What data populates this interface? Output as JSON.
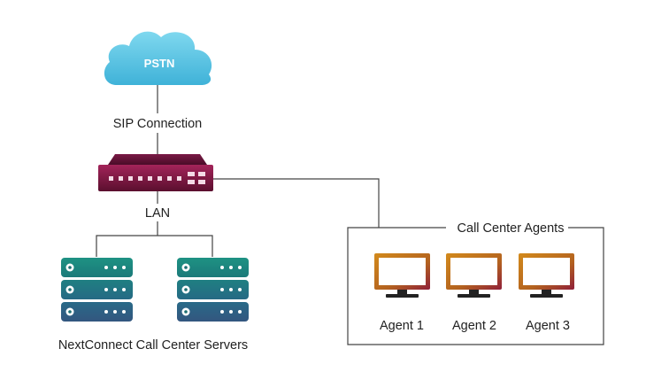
{
  "cloud": {
    "label": "PSTN",
    "icon": "cloud-icon",
    "color": "#5fc9e6"
  },
  "links": {
    "sip_label": "SIP Connection",
    "lan_label": "LAN"
  },
  "router": {
    "icon": "router-icon",
    "color": "#8a1845"
  },
  "servers": {
    "caption": "NextConnect Call Center Servers",
    "count": 2,
    "icon": "server-rack-icon",
    "colors": [
      "#1e8a84",
      "#2d5f86"
    ]
  },
  "agents": {
    "group_label": "Call Center Agents",
    "icon": "monitor-icon",
    "monitor_color": "#b8741a",
    "items": [
      {
        "label": "Agent 1"
      },
      {
        "label": "Agent 2"
      },
      {
        "label": "Agent 3"
      }
    ]
  },
  "line_color": "#444444"
}
